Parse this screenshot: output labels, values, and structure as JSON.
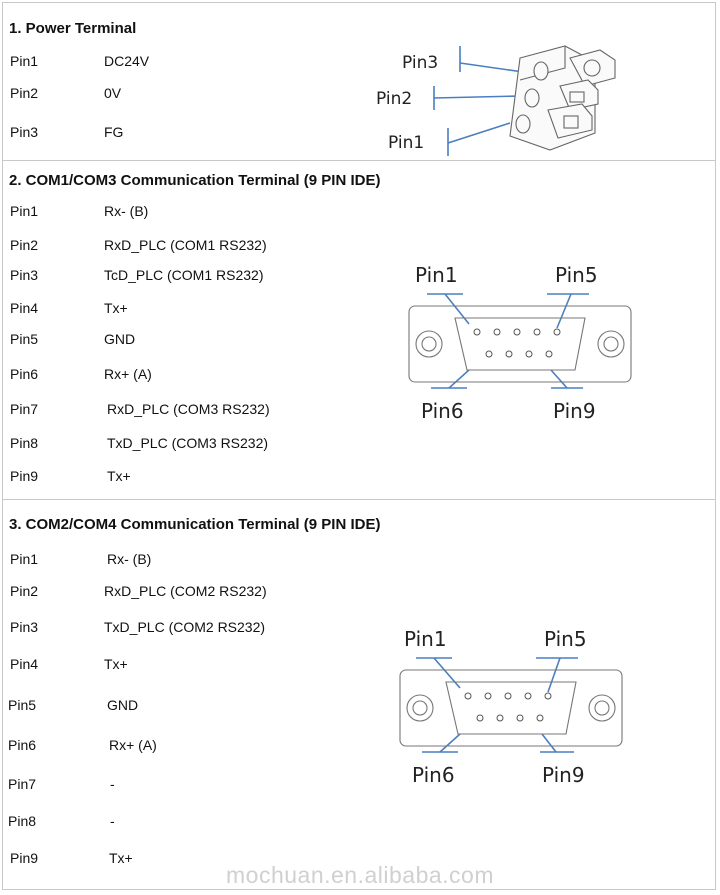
{
  "sections": [
    {
      "title": "1. Power Terminal",
      "rows": [
        {
          "pin": "Pin1",
          "desc": "DC24V"
        },
        {
          "pin": "Pin2",
          "desc": "0V"
        },
        {
          "pin": "Pin3",
          "desc": "FG"
        }
      ],
      "diagram_labels": [
        "Pin3",
        "Pin2",
        "Pin1"
      ]
    },
    {
      "title": "2. COM1/COM3 Communication Terminal (9 PIN IDE)",
      "rows": [
        {
          "pin": "Pin1",
          "desc": "Rx- (B)"
        },
        {
          "pin": "Pin2",
          "desc": "RxD_PLC (COM1 RS232)"
        },
        {
          "pin": "Pin3",
          "desc": "TcD_PLC (COM1 RS232)"
        },
        {
          "pin": "Pin4",
          "desc": "Tx+"
        },
        {
          "pin": "Pin5",
          "desc": "GND"
        },
        {
          "pin": "Pin6",
          "desc": "Rx+ (A)"
        },
        {
          "pin": "Pin7",
          "desc": "RxD_PLC (COM3 RS232)"
        },
        {
          "pin": "Pin8",
          "desc": "TxD_PLC (COM3 RS232)"
        },
        {
          "pin": "Pin9",
          "desc": "Tx+"
        }
      ],
      "diagram_labels": {
        "top_left": "Pin1",
        "top_right": "Pin5",
        "bottom_left": "Pin6",
        "bottom_right": "Pin9"
      }
    },
    {
      "title": "3. COM2/COM4 Communication Terminal (9 PIN IDE)",
      "rows": [
        {
          "pin": "Pin1",
          "desc": "Rx- (B)"
        },
        {
          "pin": "Pin2",
          "desc": "RxD_PLC (COM2 RS232)"
        },
        {
          "pin": "Pin3",
          "desc": "TxD_PLC (COM2 RS232)"
        },
        {
          "pin": "Pin4",
          "desc": "Tx+"
        },
        {
          "pin": "Pin5",
          "desc": "GND"
        },
        {
          "pin": "Pin6",
          "desc": "Rx+ (A)"
        },
        {
          "pin": "Pin7",
          "desc": "-"
        },
        {
          "pin": "Pin8",
          "desc": "-"
        },
        {
          "pin": "Pin9",
          "desc": "Tx+"
        }
      ],
      "diagram_labels": {
        "top_left": "Pin1",
        "top_right": "Pin5",
        "bottom_left": "Pin6",
        "bottom_right": "Pin9"
      }
    }
  ],
  "watermark": "mochuan.en.alibaba.com",
  "colors": {
    "pointer_line": "#4a7fc0",
    "border": "#c9c9c9",
    "watermark": "#d0d0d0"
  }
}
